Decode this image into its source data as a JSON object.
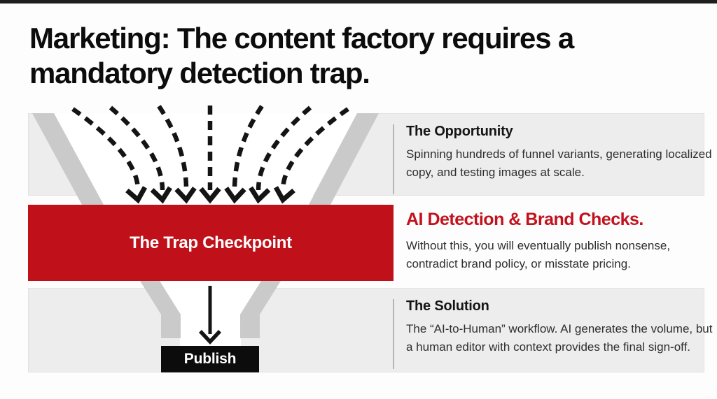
{
  "slide": {
    "title_line1": "Marketing: The content factory requires a",
    "title_line2": "mandatory detection trap."
  },
  "diagram": {
    "checkpoint_label": "The Trap Checkpoint",
    "publish_label": "Publish",
    "icons": {
      "funnel": "funnel-icon",
      "inflow": "dashed-inflow-arrows-icon",
      "outflow": "down-arrow-icon"
    }
  },
  "panels": [
    {
      "title": "The Opportunity",
      "body": "Spinning hundreds of funnel variants, generating localized copy, and testing images at scale."
    },
    {
      "title": "AI Detection & Brand Checks.",
      "body": "Without this, you will eventually publish nonsense, contradict brand policy, or misstate pricing."
    },
    {
      "title": "The Solution",
      "body": "The “AI-to-Human” workflow. AI generates the volume, but a human editor with context provides the final sign-off."
    }
  ],
  "colors": {
    "accent_red": "#c0101a",
    "heading_red": "#c2121e",
    "panel_gray": "#ededed",
    "wall_gray": "#cacaca",
    "arrow_black": "#141414",
    "publish_black": "#0c0c0c",
    "divider_gray": "#b5b5b5",
    "title_black": "#0c0c0c"
  }
}
